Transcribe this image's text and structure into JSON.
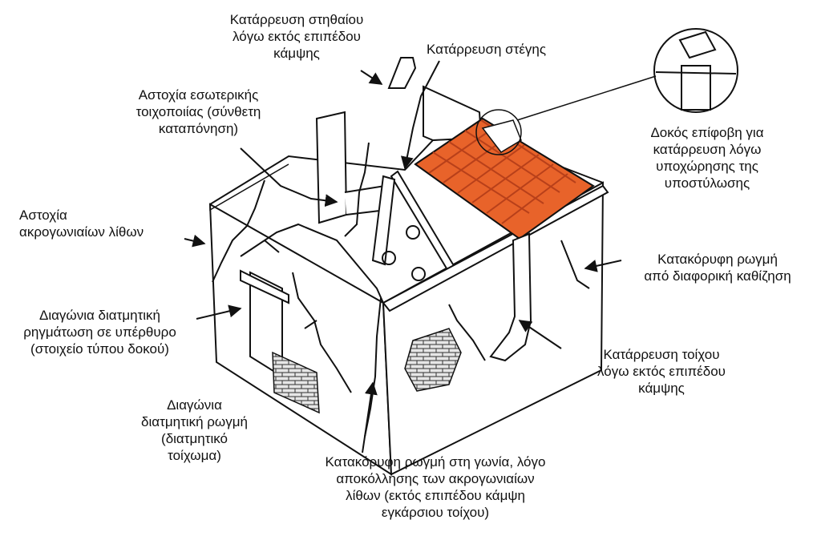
{
  "labels": {
    "parapet_collapse": "Κατάρρευση στηθαίου\nλόγω εκτός επιπέδου\nκάμψης",
    "roof_collapse": "Κατάρρευση στέγης",
    "interior_wall_failure": "Αστοχία εσωτερικής\nτοιχοποιίας (σύνθετη\nκαταπόνηση)",
    "beam_prone": "Δοκός επίφοβη για\nκατάρρευση λόγω\nυποχώρησης της\nυποστύλωσης",
    "corner_stones_failure": "Αστοχία\nακρογωνιαίων λίθων",
    "vertical_crack_settlement": "Κατακόρυφη ρωγμή\nαπό διαφορική καθίζηση",
    "diagonal_cracking_lintel": "Διαγώνια διατμητική\nρηγμάτωση σε υπέρθυρο\n(στοιχείο τύπου δοκού)",
    "wall_collapse": "Κατάρρευση τοίχου\nλόγω εκτός επιπέδου\nκάμψης",
    "diagonal_shear_crack": "Διαγώνια\nδιατμητική ρωγμή\n(διατμητικό\nτοίχωμα)",
    "corner_vertical_crack": "Κατακόρυφη ρωγμή στη γωνία, λόγο\nαποκόλλησης των ακρογωνιαίων\nλίθων (εκτός επιπέδου κάμψη\nεγκάρσιου τοίχου)"
  },
  "colors": {
    "roof_tile": "#e8632a",
    "roof_tile_dark": "#b8401a",
    "line": "#111111",
    "wall_fill": "#ffffff",
    "brick_fill": "#e6e6e6"
  }
}
